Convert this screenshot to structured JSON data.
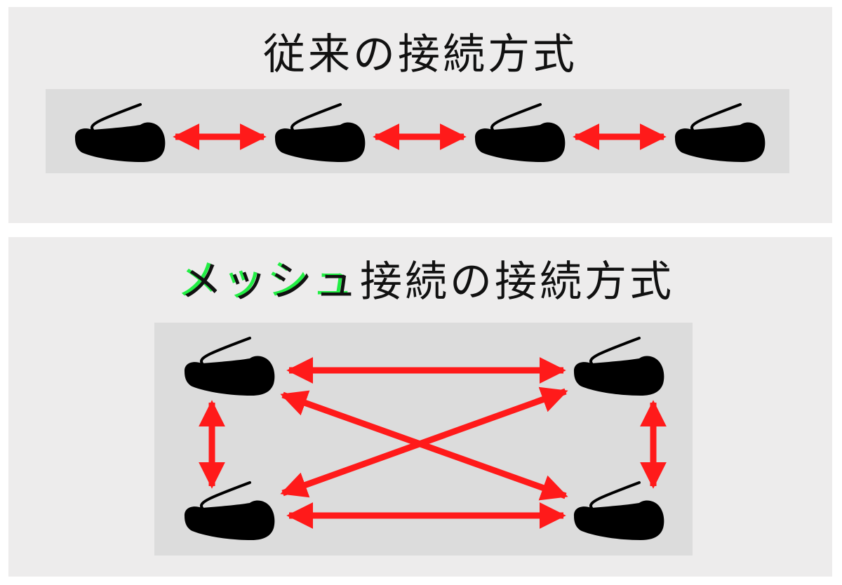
{
  "top_panel": {
    "title": "従来の接続方式"
  },
  "bottom_panel": {
    "title_highlight": "メッシュ",
    "title_rest": "接続の接続方式"
  },
  "colors": {
    "arrow": "#ff1a1a",
    "highlight": "#22ee44",
    "panel": "#edecec",
    "inner": "#dcdcdc"
  }
}
